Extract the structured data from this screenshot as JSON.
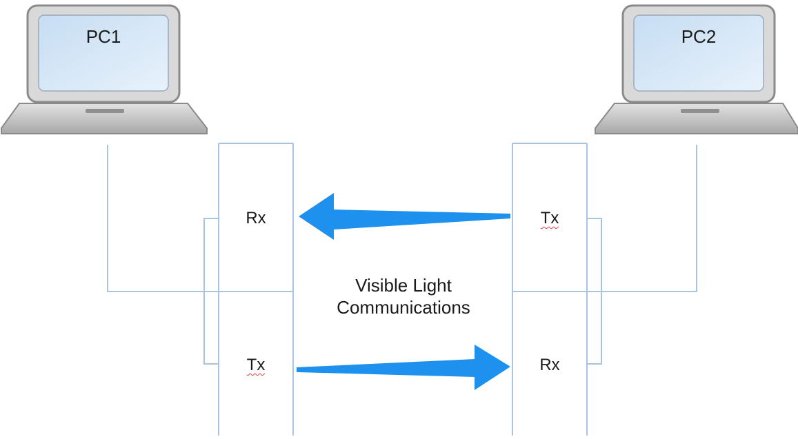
{
  "pc1": {
    "label": "PC1"
  },
  "pc2": {
    "label": "PC2"
  },
  "left_unit": {
    "top_label": "Rx",
    "bottom_label": "Tx"
  },
  "right_unit": {
    "top_label": "Tx",
    "bottom_label": "Rx"
  },
  "center": {
    "line1": "Visible Light",
    "line2": "Communications"
  },
  "colors": {
    "arrow": "#1e90ee",
    "wire": "#a9c4e0",
    "laptop_screen": "#cfe3f5",
    "laptop_body": "#bdbdbd"
  }
}
